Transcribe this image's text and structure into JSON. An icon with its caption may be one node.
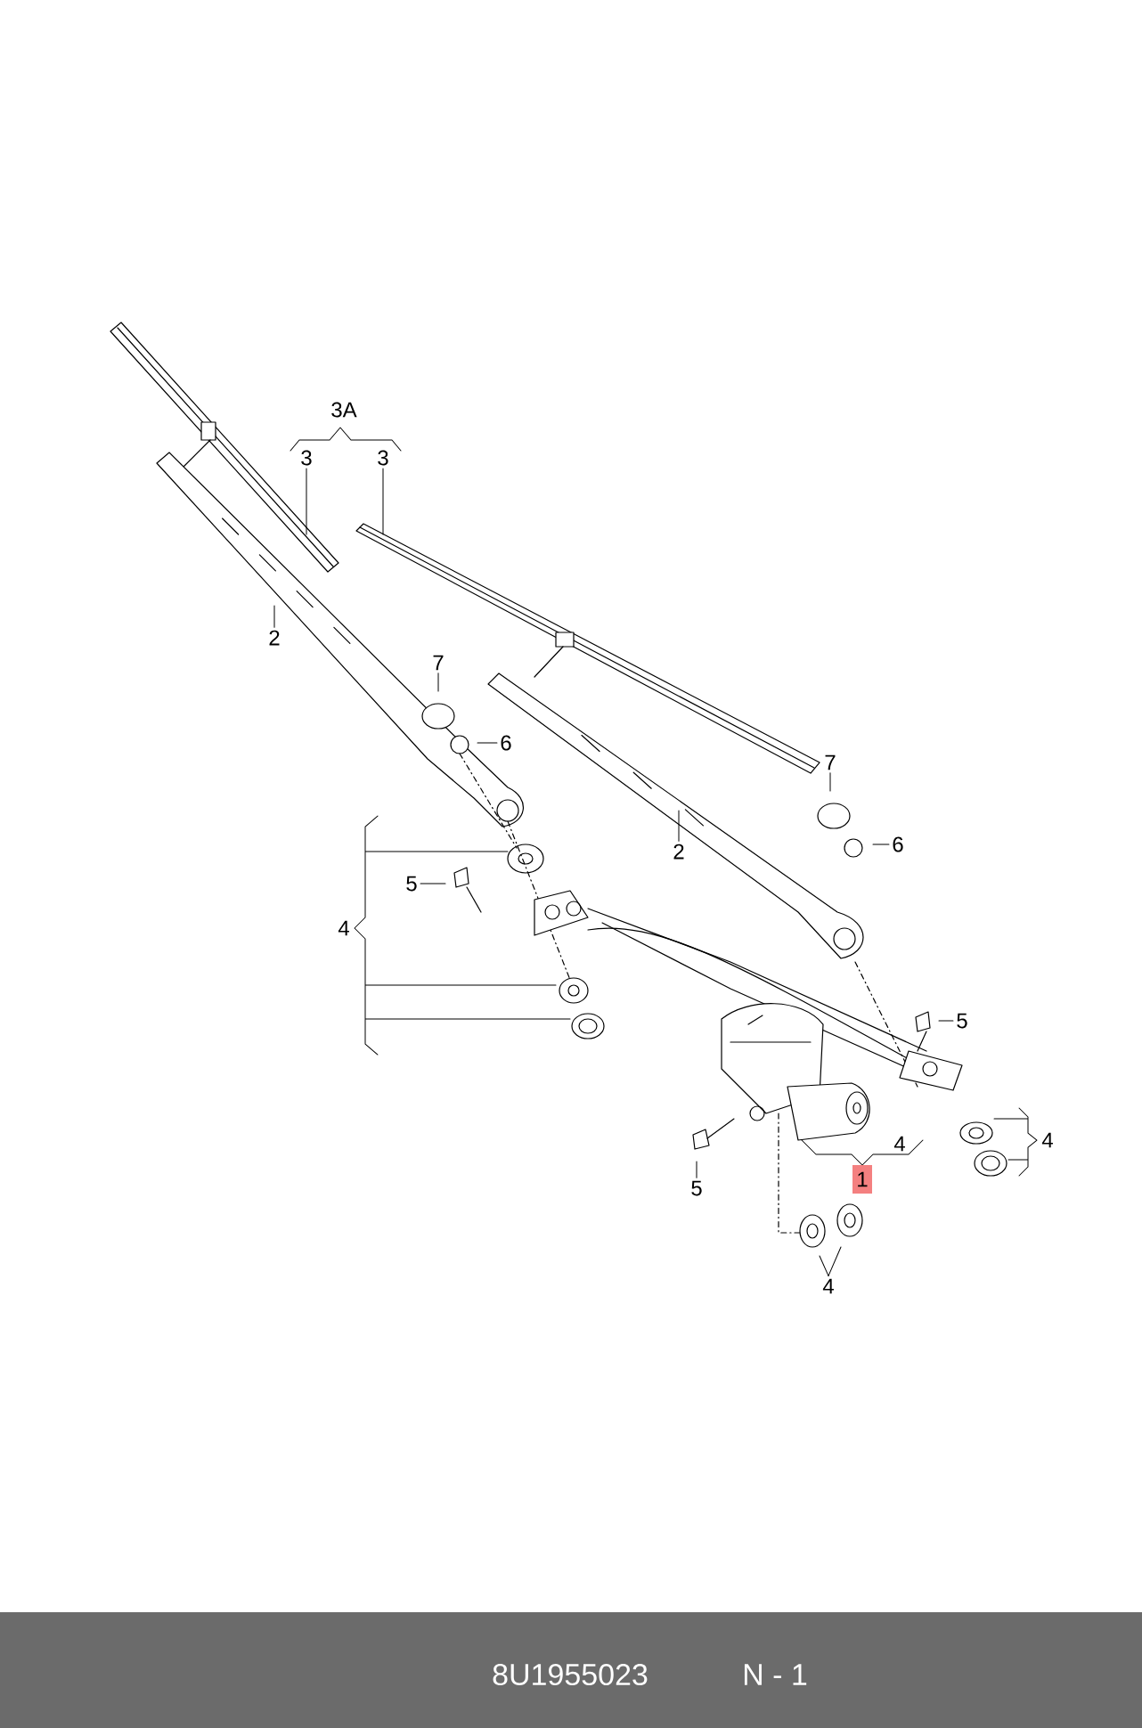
{
  "diagram": {
    "nodes": [
      {
        "text": [
          "3"
        ]
      },
      {
        "text": [
          "3"
        ]
      },
      {
        "text": [
          "2"
        ]
      },
      {
        "text": [
          "7"
        ]
      },
      {
        "text": [
          "6"
        ]
      },
      {
        "text": [
          "2"
        ]
      },
      {
        "text": [
          "7"
        ]
      },
      {
        "text": [
          "6"
        ]
      },
      {
        "text": [
          "5"
        ]
      },
      {
        "text": [
          "5"
        ]
      },
      {
        "text": [
          "5"
        ]
      },
      {
        "text": [
          "1"
        ]
      },
      {
        "text": [
          "4"
        ]
      }
    ],
    "edges": [
      {
        "from": 0,
        "to": null,
        "arrow": "none"
      },
      {
        "from": 1,
        "to": null,
        "arrow": "none"
      },
      {
        "from": 2,
        "to": null,
        "arrow": "none"
      },
      {
        "from": 3,
        "to": null,
        "arrow": "none"
      },
      {
        "from": 4,
        "to": null,
        "arrow": "none"
      },
      {
        "from": 5,
        "to": null,
        "arrow": "none"
      },
      {
        "from": 6,
        "to": null,
        "arrow": "none"
      },
      {
        "from": 7,
        "to": null,
        "arrow": "none"
      },
      {
        "from": 8,
        "to": null,
        "arrow": "none"
      },
      {
        "from": 9,
        "to": null,
        "arrow": "none"
      },
      {
        "from": 10,
        "to": null,
        "arrow": "none"
      },
      {
        "from": 12,
        "to": null,
        "arrow": "none"
      },
      {
        "from": 12,
        "to": null,
        "arrow": "none"
      }
    ],
    "labels": [
      "3A",
      "4",
      "4",
      "4",
      "8U1955023",
      "N - 1"
    ]
  }
}
